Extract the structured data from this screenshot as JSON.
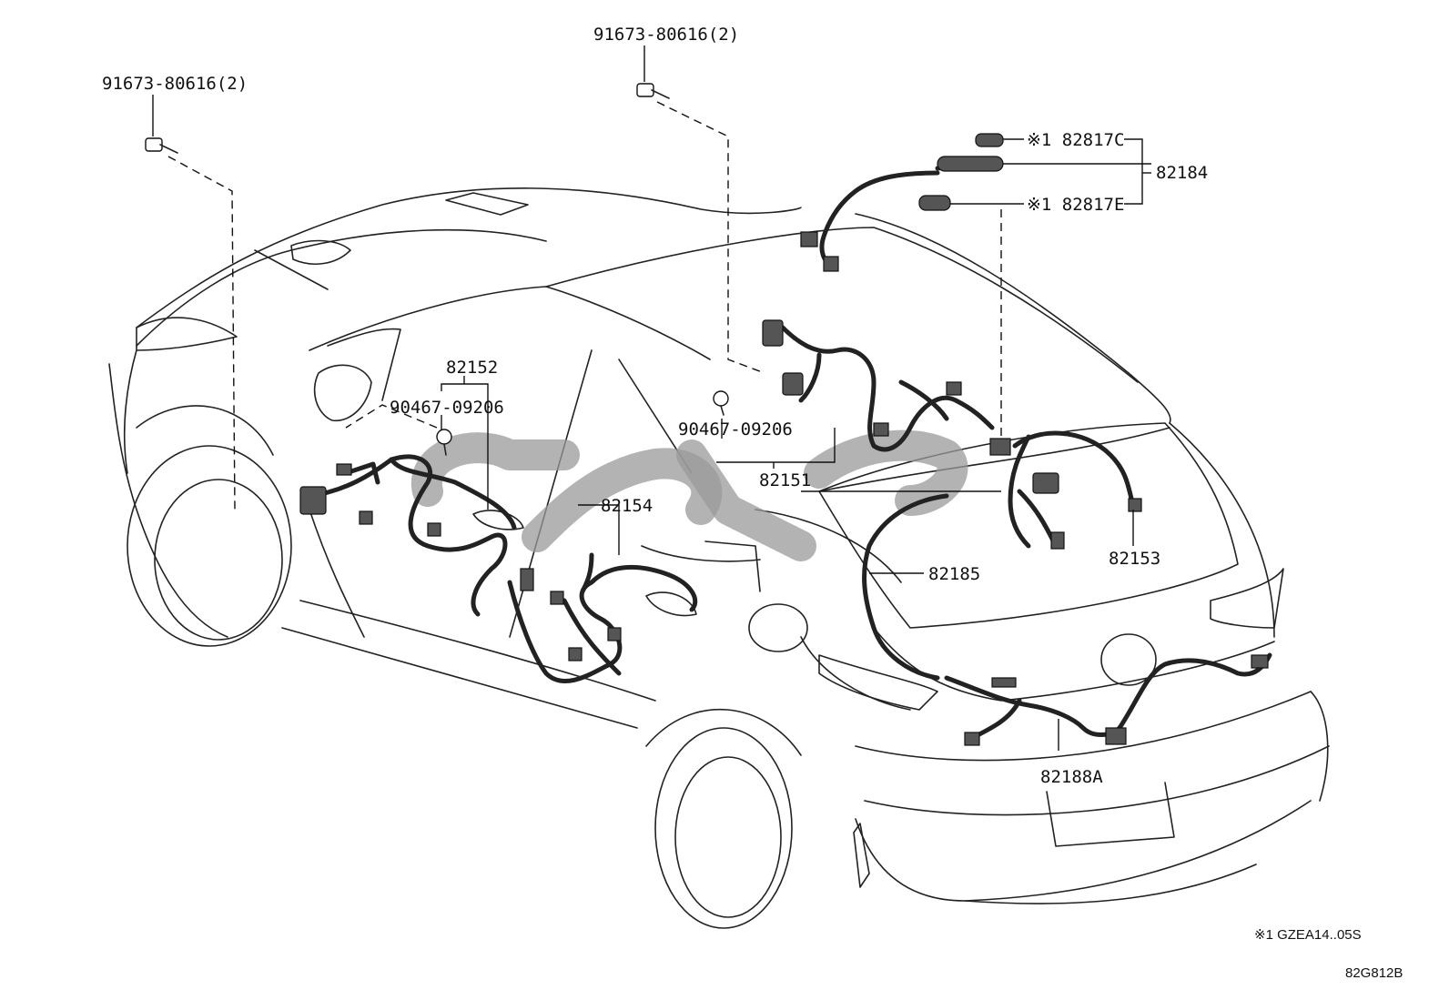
{
  "labels": {
    "bolt_left": "91673-80616(2)",
    "bolt_center": "91673-80616(2)",
    "clip_left": "90467-09206",
    "clip_center": "90467-09206",
    "part_82152": "82152",
    "part_82151": "82151",
    "part_82154": "82154",
    "part_82185": "82185",
    "part_82153": "82153",
    "part_82188A": "82188A",
    "part_82184": "82184",
    "part_82817C": "※1 82817C",
    "part_82817E": "※1 82817E"
  },
  "footnote": "※1 GZEA14..05S",
  "diagram_id": "82G812B"
}
